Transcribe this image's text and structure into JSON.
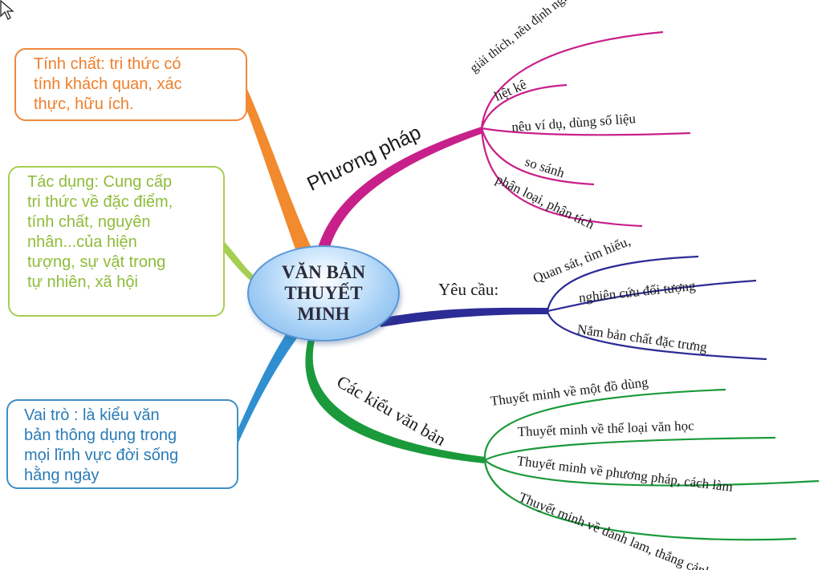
{
  "center": {
    "lines": [
      "VĂN BẢN",
      "THUYẾT",
      "MINH"
    ]
  },
  "left_boxes": {
    "tinh_chat": [
      "Tính chất: tri thức có",
      "tính khách quan, xác",
      "thực, hữu ích."
    ],
    "tac_dung": [
      "Tác dụng: Cung cấp",
      "tri thức về đặc điểm,",
      "tính chất, nguyên",
      "nhân...của hiện",
      "tượng, sự vật trong",
      "tự nhiên, xã hội"
    ],
    "vai_tro": [
      "Vai trò : là kiểu văn",
      "bản thông dụng trong",
      "mọi lĩnh vực đời sống",
      "hằng ngày"
    ]
  },
  "branches": {
    "phuong_phap": {
      "label": "Phương pháp",
      "color": "#c8208a",
      "items": [
        "giải thích, nêu định nghĩa",
        "liệt kê",
        "nêu ví dụ, dùng số liệu",
        "so sánh",
        "phân loại, phân tích"
      ]
    },
    "yeu_cau": {
      "label": "Yêu cầu:",
      "color": "#2c2c96",
      "items": [
        "Quan sát, tìm hiểu,",
        "nghiên cứu đối tượng",
        "Nắm bản chất đặc trưng"
      ]
    },
    "cac_kieu": {
      "label": "Các kiểu văn bản",
      "color": "#1a9a3a",
      "items": [
        "Thuyết minh về một đồ dùng",
        "Thuyết minh về thể loại văn học",
        "Thuyết minh về phương pháp, cách làm",
        "Thuyết minh về danh lam, thắng cảnh"
      ]
    }
  },
  "colors": {
    "orange": "#f28a2e",
    "lime": "#a6cf52",
    "blue": "#3f8fc6"
  }
}
